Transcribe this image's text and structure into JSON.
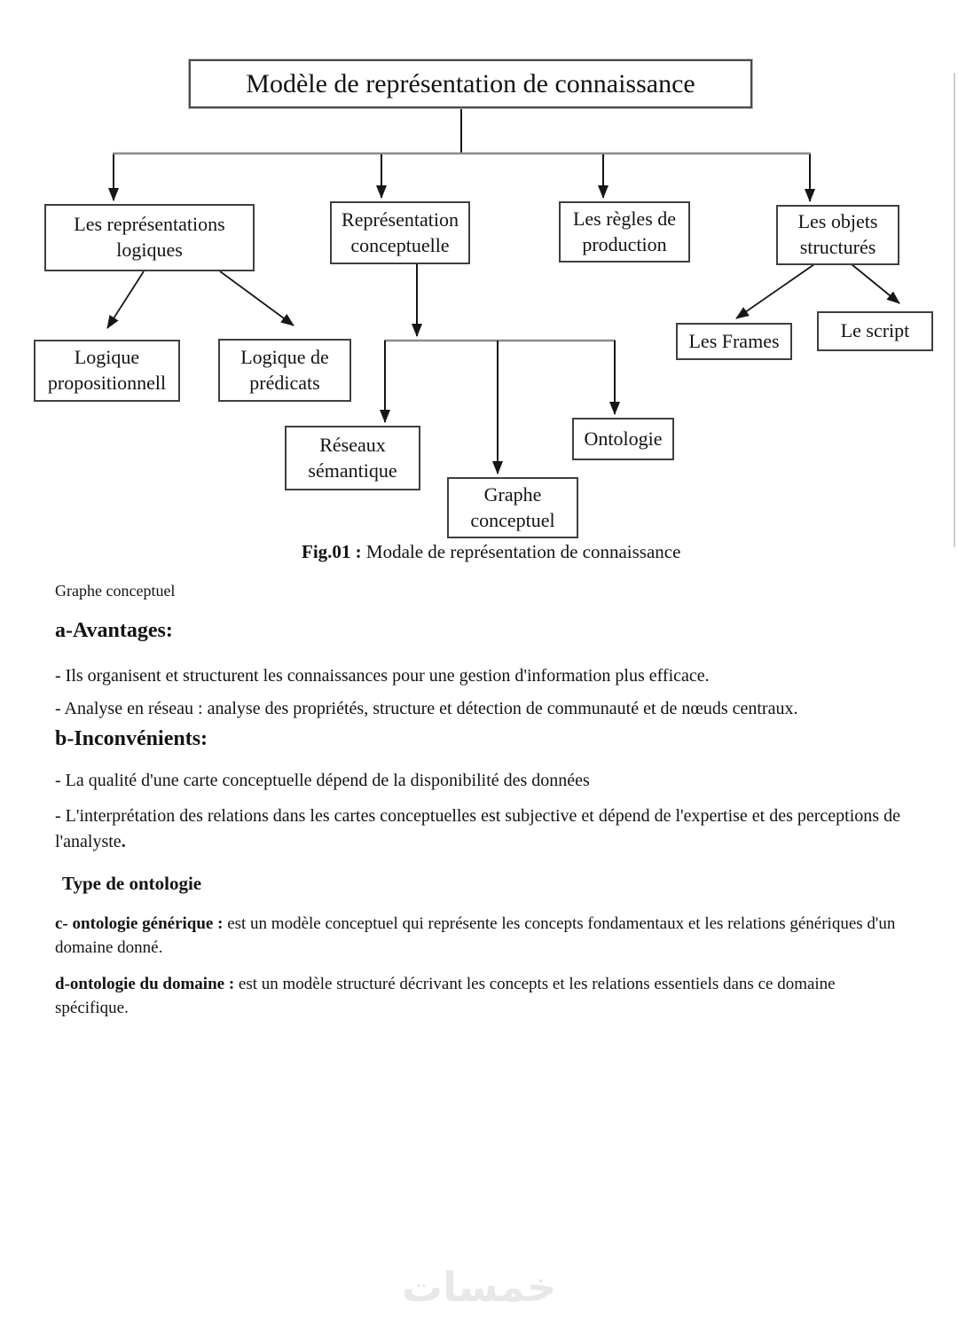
{
  "figure": {
    "title_node": "Modèle de représentation de connaissance",
    "nodes": {
      "representations_logiques": "Les représentations logiques",
      "representation_conceptuelle": "Représentation conceptuelle",
      "regles_production": "Les règles de production",
      "objets_structures": "Les objets structurés",
      "logique_propositionnell": "Logique propositionnell",
      "logique_predicats": "Logique de prédicats",
      "reseaux_semantique": "Réseaux sémantique",
      "graphe_conceptuel": "Graphe conceptuel",
      "ontologie": "Ontologie",
      "les_frames": "Les Frames",
      "le_script": "Le script"
    },
    "caption_label": "Fig.01 :",
    "caption_text": " Modale de représentation de connaissance"
  },
  "content": {
    "intro": "Graphe conceptuel",
    "advantages_heading": "a-Avantages:",
    "advantages": [
      "- Ils organisent et structurent les connaissances pour une gestion d'information plus efficace.",
      "- Analyse en réseau : analyse des propriétés, structure et détection de communauté et de nœuds centraux."
    ],
    "disadvantages_heading": "b-Inconvénients:",
    "disadvantage_1": "- La qualité d'une carte conceptuelle dépend de la disponibilité des données",
    "disadvantage_2_text": "- L'interprétation des relations dans les cartes conceptuelles est subjective et dépend de l'expertise et des perceptions de l'analyste",
    "disadvantage_2_period": ".",
    "ontology_heading": "Type de ontologie",
    "ontology_c_lead": "c- ontologie générique :",
    "ontology_c_text": " est un modèle conceptuel qui représente les concepts fondamentaux et les relations génériques d'un domaine donné.",
    "ontology_d_lead": "d-ontologie du domaine :",
    "ontology_d_text": " est un modèle structuré décrivant les concepts et les relations essentiels dans ce domaine spécifique."
  },
  "watermark": "خمسات"
}
